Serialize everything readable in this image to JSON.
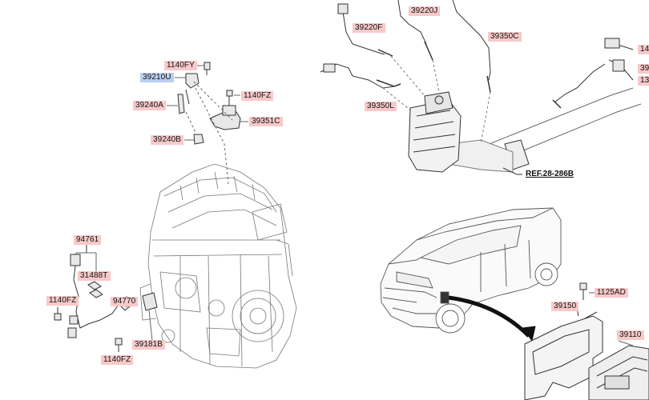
{
  "labels": {
    "l_1140FY": "1140FY",
    "l_39210U": "39210U",
    "l_1140FZ_a": "1140FZ",
    "l_39240A": "39240A",
    "l_39351C": "39351C",
    "l_39240B": "39240B",
    "l_39220J": "39220J",
    "l_39220F": "39220F",
    "l_39350C": "39350C",
    "l_39350L": "39350L",
    "l_ref": "REF.28-286B",
    "l_94761": "94761",
    "l_31488T": "31488T",
    "l_1140FZ_b": "1140FZ",
    "l_94770": "94770",
    "l_39181B": "39181B",
    "l_1140FZ_c": "1140FZ",
    "l_1125AD": "1125AD",
    "l_39150": "39150",
    "l_39110": "39110",
    "l_edge1": "14",
    "l_edge2": "39",
    "l_edge3": "13"
  },
  "colors": {
    "label_bg": "#f7c9c9",
    "label_highlight_bg": "#b9cff0",
    "line": "#222222",
    "part_fill": "#e8e8e8"
  }
}
